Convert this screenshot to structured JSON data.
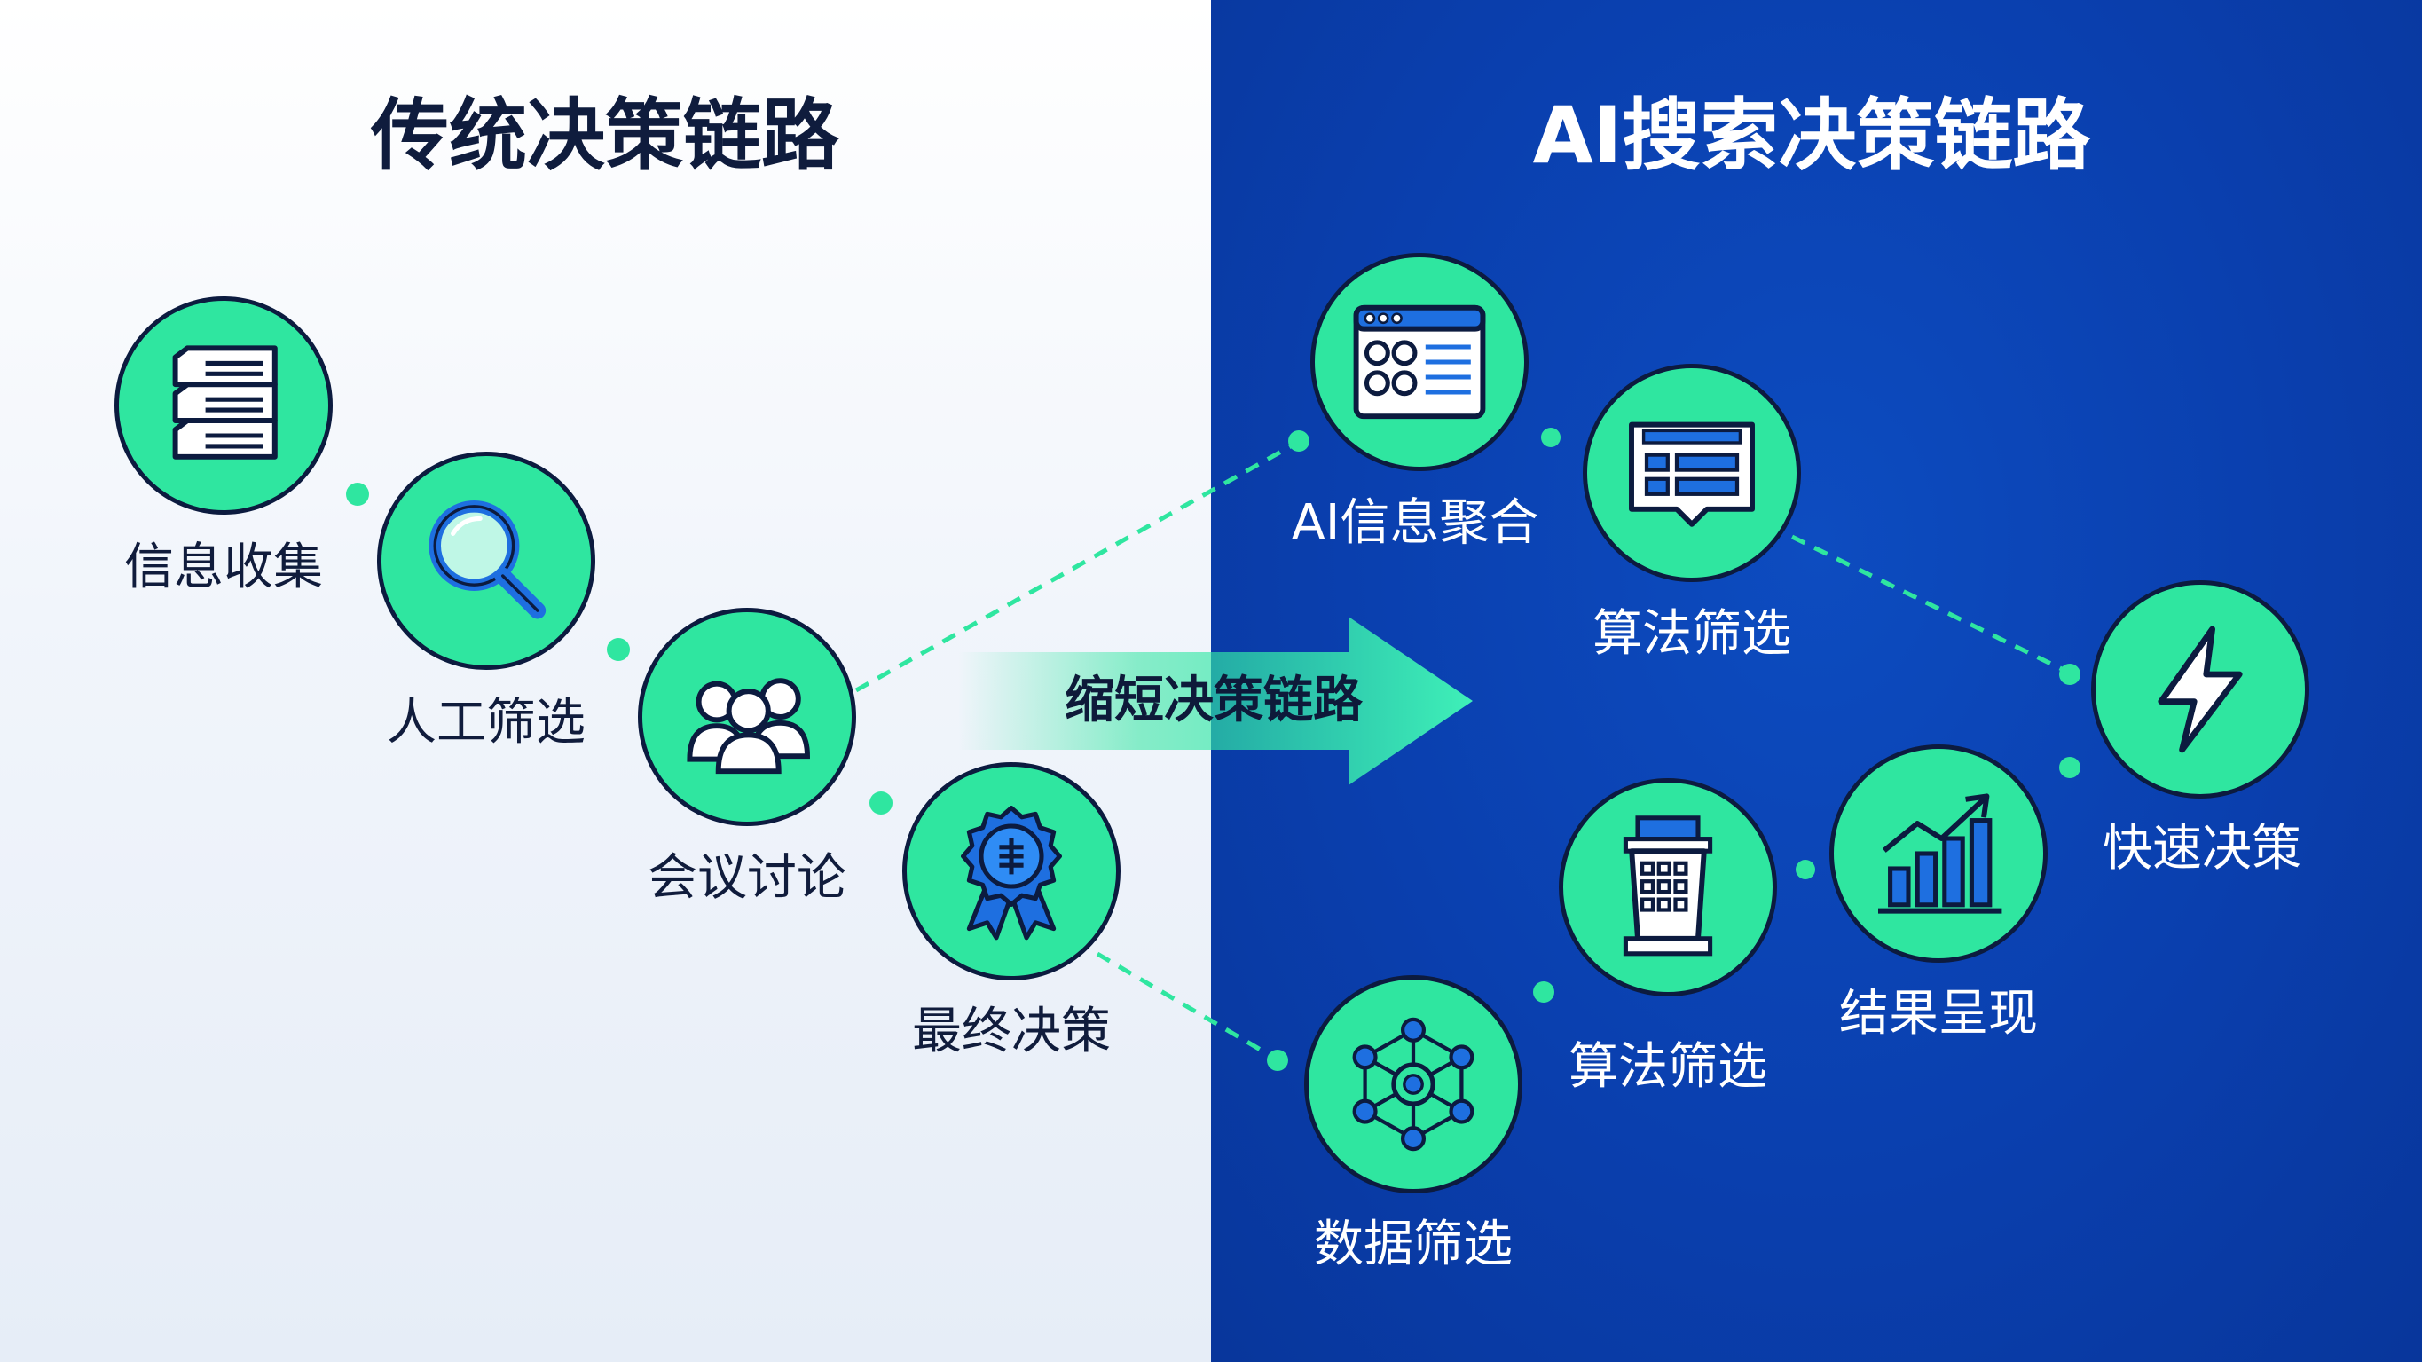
{
  "headings": {
    "traditional": "传统决策链路",
    "ai": "AI搜索决策链路"
  },
  "arrow": {
    "label": "缩短决策链路"
  },
  "traditional_steps": {
    "collect": {
      "label": "信息收集",
      "icon": "stacked-documents-icon"
    },
    "screen": {
      "label": "人工筛选",
      "icon": "magnifier-icon"
    },
    "meeting": {
      "label": "会议讨论",
      "icon": "people-group-icon"
    },
    "decision": {
      "label": "最终决策",
      "icon": "award-ribbon-icon"
    }
  },
  "ai_steps": {
    "aggregate": {
      "label": "AI信息聚合",
      "icon": "browser-window-icon"
    },
    "algo_top": {
      "label": "算法筛选",
      "icon": "list-card-icon"
    },
    "fast": {
      "label": "快速决策",
      "icon": "lightning-bolt-icon"
    },
    "data": {
      "label": "数据筛选",
      "icon": "network-node-icon"
    },
    "algo_bottom": {
      "label": "算法筛选",
      "icon": "server-keypad-icon"
    },
    "result": {
      "label": "结果呈现",
      "icon": "bar-chart-rising-icon"
    }
  },
  "colors": {
    "left_background": "#f3f6fb",
    "right_background": "#0a3fae",
    "node_fill": "#2fe6a0",
    "node_border": "#0c1b3f",
    "icon_blue": "#1e6fe0",
    "connector": "#2fe6a0"
  }
}
